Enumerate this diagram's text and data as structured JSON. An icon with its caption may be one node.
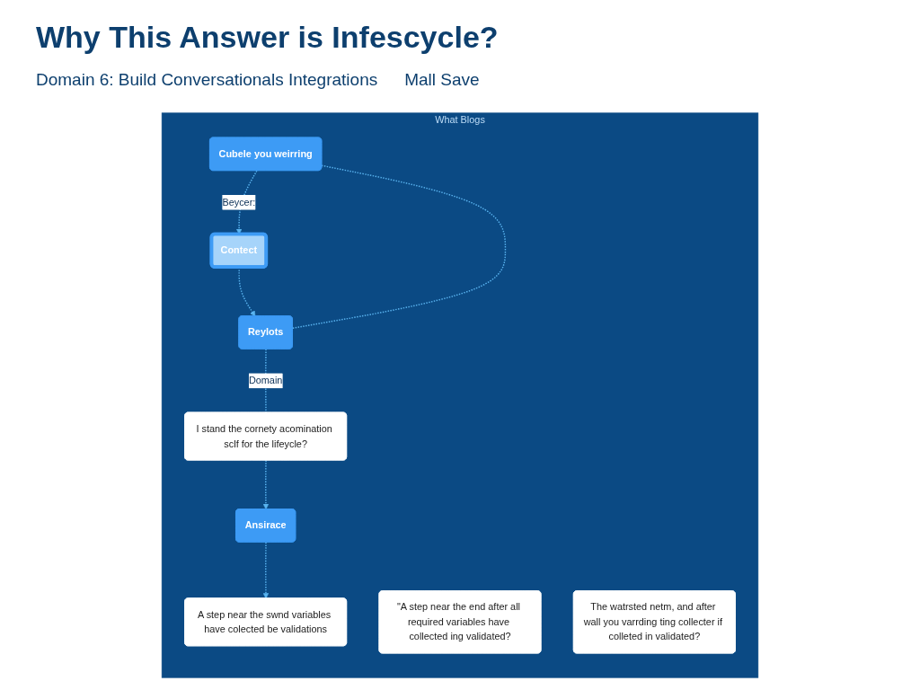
{
  "diagram": {
    "title": "Why This Answer is Infescycle?",
    "nodes": [
      {
        "text": [
          "What Blogs"
        ]
      },
      {
        "text": [
          "Cubele you weirring"
        ],
        "in": 0
      },
      {
        "text": [
          "\"A step near the end after all required variables have collected ing validated?"
        ],
        "in": 0
      },
      {
        "text": [
          "Reylots"
        ],
        "in": 0
      },
      {
        "text": [
          "Contect"
        ],
        "in": 0
      },
      {
        "text": [
          "A step near the swnd variables have colected be validations"
        ],
        "in": 0
      },
      {
        "text": [
          "The watrsted netm, and after wall you varrding ting collecter if colleted in validated?"
        ],
        "in": 0
      },
      {
        "text": [
          "I stand the cornety acomination sclf for the lifeycle?"
        ],
        "in": 0
      },
      {
        "text": [
          "Ansirace"
        ],
        "in": 0
      }
    ],
    "edges": [
      {
        "from": 3,
        "to": 1,
        "arrow": "none",
        "style": "dashed"
      },
      {
        "from": 1,
        "to": 4,
        "arrow": "to",
        "style": "dashed",
        "label": "Beycer:"
      },
      {
        "from": 4,
        "to": 3,
        "arrow": "to",
        "style": "dashed"
      },
      {
        "from": 3,
        "to": 7,
        "arrow": "none",
        "style": "dashed",
        "label": "Domain"
      },
      {
        "from": 7,
        "to": 8,
        "arrow": "to",
        "style": "dashed"
      },
      {
        "from": 8,
        "to": 5,
        "arrow": "to",
        "style": "dashed"
      }
    ],
    "labels": [
      "Domain 6: Build Conversationals Integrations",
      "Mall Save"
    ]
  }
}
